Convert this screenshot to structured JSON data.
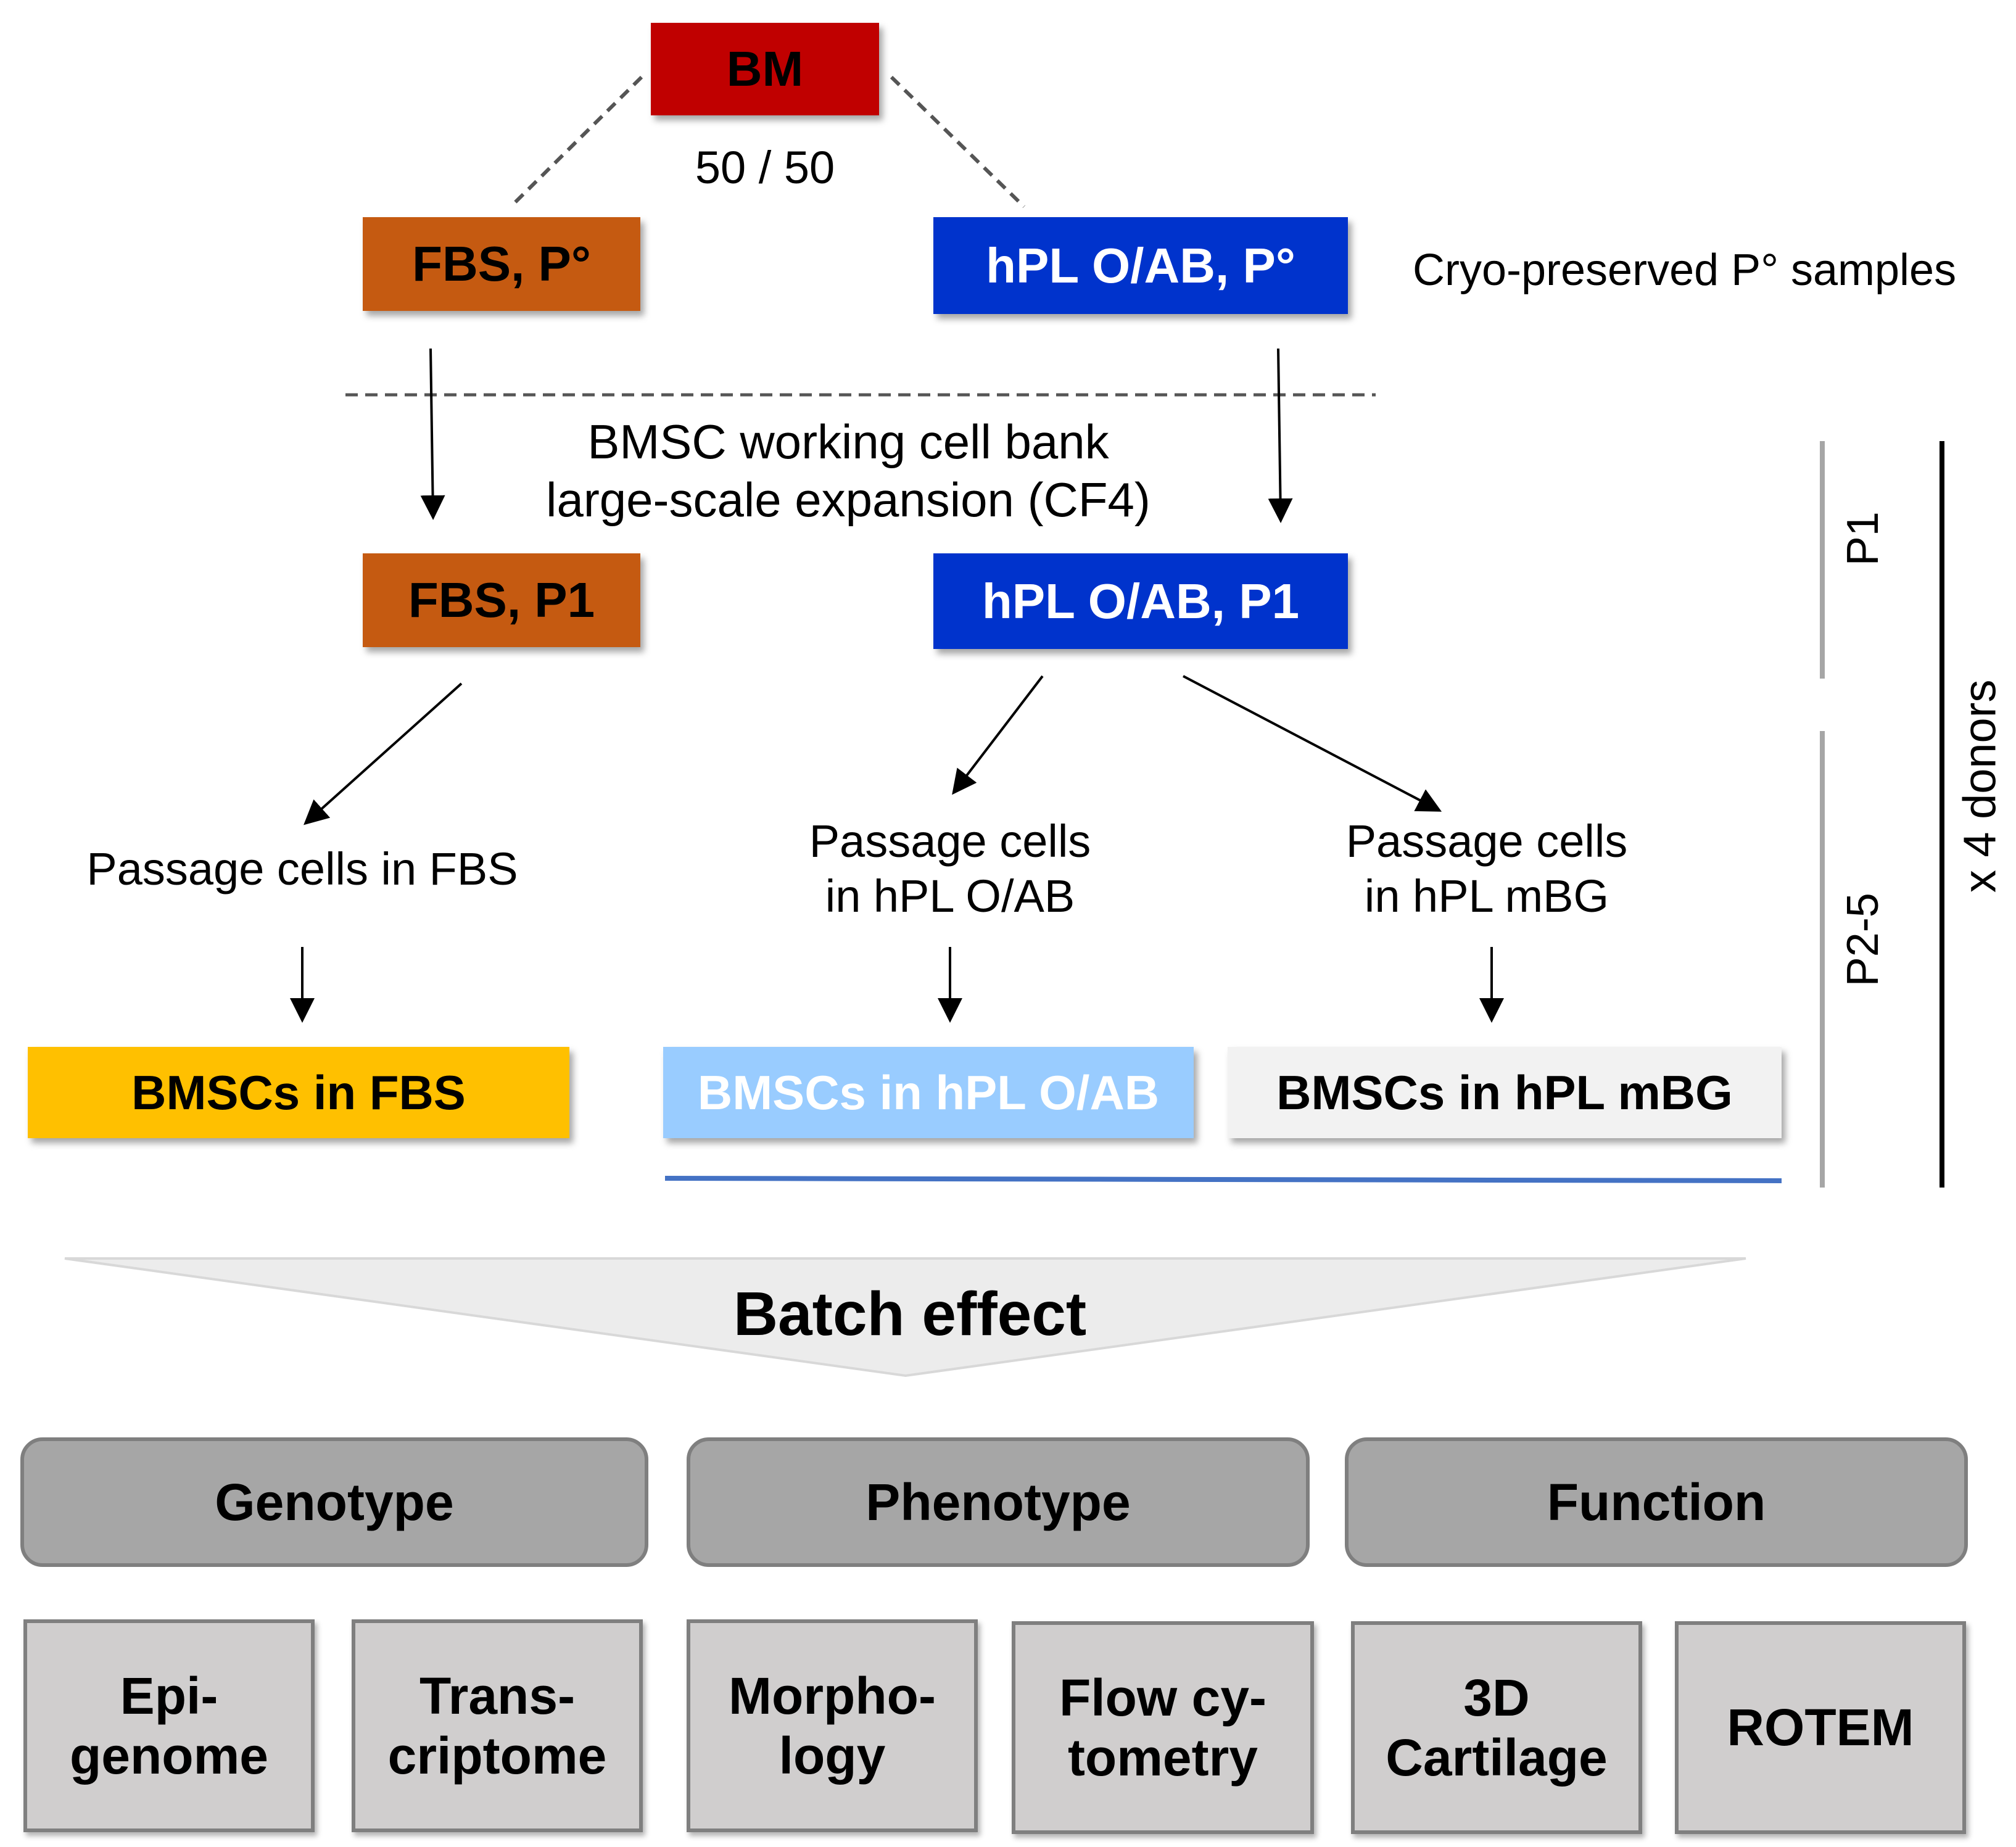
{
  "top": {
    "bm": "BM",
    "ratio": "50 / 50"
  },
  "p0": {
    "fbs": "FBS, P°",
    "hpl": "hPL O/AB, P°",
    "note": "Cryo-preserved P° samples"
  },
  "bank": {
    "line1": "BMSC working cell bank",
    "line2": "large-scale expansion (CF4)"
  },
  "p1": {
    "fbs": "FBS, P1",
    "hpl": "hPL O/AB, P1"
  },
  "passage": {
    "fbs": "Passage cells in FBS",
    "hpl_oab_1": "Passage cells",
    "hpl_oab_2": "in hPL O/AB",
    "hpl_mbg_1": "Passage cells",
    "hpl_mbg_2": "in hPL mBG"
  },
  "bmsc": {
    "fbs": "BMSCs in FBS",
    "hpl_oab": "BMSCs in hPL O/AB",
    "hpl_mbg": "BMSCs in hPL mBG"
  },
  "side": {
    "p1": "P1",
    "p25": "P2-5",
    "donors": "x 4 donors"
  },
  "batch": "Batch effect",
  "categories": {
    "genotype": "Genotype",
    "phenotype": "Phenotype",
    "function": "Function"
  },
  "assays": [
    {
      "line1": "Epi-",
      "line2": "genome"
    },
    {
      "line1": "Trans-",
      "line2": "criptome"
    },
    {
      "line1": "Morpho-",
      "line2": "logy"
    },
    {
      "line1": "Flow cy-",
      "line2": "tometry"
    },
    {
      "line1": "3D",
      "line2": "Cartilage"
    },
    {
      "line1": "ROTEM"
    }
  ],
  "colors": {
    "bm": "#c00000",
    "fbs": "#c55a11",
    "hpl": "#0033cc",
    "bmsc_fbs": "#ffc000",
    "bmsc_oab": "#99ccff",
    "bmsc_mbg": "#f2f2f2",
    "category": "#a6a6a6",
    "assay": "#d0cece"
  }
}
